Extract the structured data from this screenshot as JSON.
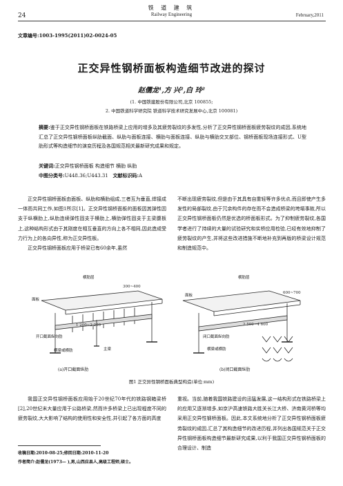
{
  "header": {
    "page_number": "24",
    "journal_cn": "铁 道 建 筑",
    "journal_en": "Railway Engineering",
    "date": "February,2011"
  },
  "article_no": "文章编号:1003-1995(2011)02-0024-05",
  "title": "正交异性钢桥面板构造细节改进的探讨",
  "authors": "赵儒龙¹,方 兴²,白 玲²",
  "affiliations": [
    "(1. 中国铁建股份有限公司,北京 100855;",
    "2. 中国铁道科学研究院 铁道科学技术研究发展中心,北京 100081)"
  ],
  "abstract": {
    "label": "摘要:",
    "text": "鉴于正交异性钢桥面板在铁路桥梁上应用的增多及其疲劳裂纹的多发性,分析了正交异性钢桥面板疲劳裂纹的成因,系统地汇总了正交异性钢桥面板纵肋截面、纵肋与面板连接、横肋与面板连接、纵肋与横肋交叉部位、钢桥面板现场连接形式、U型肋形式等构造细节的演变历程及各国规范相关最新研究成果和规定。"
  },
  "keywords": {
    "label": "关键词:",
    "text": "正交异性钢桥面板  构造细节  横肋  纵肋"
  },
  "classification": {
    "label": "中图分类号:",
    "text": "U448.36;U443.31",
    "doc_label": "文献标识码:",
    "doc_code": "A"
  },
  "body": {
    "left_col": "正交异性钢桥面板由面板、纵肋和横肋组成,三者互为垂直,焊接成一体而共同工作,如图1所示[1]。正交异性钢桥面板的面板因其弹性因支于纵横肋上,纵肋连续弹性固支于横肋上,横肋弹性固支于主梁腹板上,这种结构形式由于其刚度在相互垂直的方向上各不相同,因此造成受力行为上的各向异性,称为正交异性板。",
    "left_col_2": "正交异性钢桥面板应用于桥梁已有60余年,虽然",
    "right_col": "不断出现疲劳裂纹,但是由于其具有自重轻等许多优点,而且即使产生多发性的局部裂纹,由于冗余构件的存在而不会造成桥梁的垮塌事故,所以正交异性钢桥面板仍然是优选的桥面板形式。为了抑制疲劳裂纹,各国学者进行了持续的大量的试验研究和实桥应用检验,已经有效地抑制了疲劳裂纹的产生,并将这些改进措施不断地补充到再版的桥梁设计规范和制造规范中。",
    "bottom_left": "我国正交异性钢桥面板应用始于20世纪70年代的铁路钢箱梁桥[2],20世纪末大量应用于公路桥梁,然而许多桥梁上已出现程度不同的疲劳裂纹,大大影响了结构的使用性和安全性,并引起了各方面的高度",
    "bottom_right": "重视。当前,随着我国铁路建设的迅猛发展,这一结构形式在铁路桥梁上的应用又逐渐增多,如京沪高速铁路大胜关长江大桥、济南黄河桥等均采用正交异性钢桥面板。因此,本文系统地分析了正交异性钢桥面板疲劳裂纹的成因,汇总了其构造细节的改进历程,并列出各国规范关于正交异性钢桥面板构造细节最新研究成果,以利于我国正交异性钢桥面板的合理设计、制造"
  },
  "figure": {
    "title": "图1  正交异性钢桥面板典型构造(单位:mm)",
    "sub_a": "(a)开口截面纵肋",
    "sub_b": "(b)闭口截面纵肋",
    "labels_a": {
      "top": "横肋层",
      "dim1": "300~400",
      "deck": "面板",
      "dim2": "1 200~2 200",
      "rib": "开口截面纵向肋",
      "cross": "横梁或横肋",
      "main": "主梁"
    },
    "labels_b": {
      "top": "横肋层",
      "deck": "面板",
      "dim1": "600~700",
      "dim2": "2 500~4 600",
      "rib": "闭口截面纵向肋",
      "cross": "横梁或横肋"
    }
  },
  "footnote": {
    "received": "收稿日期:2010-08-25;修回日期:2010-11-20",
    "author": "作者简介:赵儒龙(1973— ),男,山西应县人,高级工程师,硕士。"
  }
}
